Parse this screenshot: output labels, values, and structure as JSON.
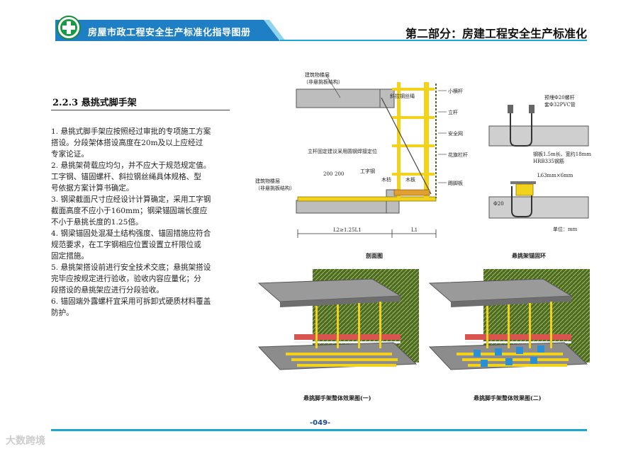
{
  "header": {
    "guide_title": "房屋市政工程安全生产标准化指导图册",
    "part_title": "第二部分：房建工程安全生产标准化"
  },
  "section": {
    "title": "2.2.3 悬挑式脚手架",
    "rules": [
      "1. 悬挑式脚手架应按照经过审批的专项施工方案",
      "   搭设。分段架体搭设高度在20m及以上应经过",
      "   专家论证。",
      "2. 悬挑架荷载应均匀，并不应大于规范规定值。",
      "   工字钢、锚固螺杆、斜拉钢丝绳具体规格、型",
      "   号依据方案计算书确定。",
      "3. 钢梁截面尺寸应经设计计算确定，采用工字钢",
      "   截面高度不应小于160mm；钢梁锚固端长度应",
      "   不小于悬挑长度的1.25倍。",
      "4. 钢梁锚固处混凝土结构强度、锚固措施应符合",
      "   规范要求，在工字钢相应位置设置立杆限位或",
      "   固定措施。",
      "5. 悬挑架搭设前进行安全技术交底；悬挑架搭设",
      "   完毕应按规定进行验收，验收内容应量化；分",
      "   段搭设的悬挑架应进行分段验收。",
      "6. 锚固端外露螺杆宜采用可拆卸式硬质材料覆盖",
      "   防护。"
    ]
  },
  "section_drawing": {
    "caption": "剖面图",
    "labels": {
      "floor_top": "建筑物楼层\n（非悬挑板结构）",
      "floor_bottom": "建筑物楼层\n（非悬挑板结构）",
      "wire_rope": "斜拉钢丝绳",
      "small_rail": "小横杆",
      "standard": "立杆",
      "safety_net": "安全网",
      "railing": "花旗栏杆",
      "note": "立杆固定建议采用圆钢焊接定位",
      "i_beam": "工字钢",
      "plank": "木枋",
      "wood_board": "木板",
      "toe_board": "踢脚板",
      "dim1": "200",
      "dim2": "200",
      "len_left": "L2≥1.25L1",
      "len_right": "L1"
    }
  },
  "anchor_drawing": {
    "caption": "悬挑架锚固环",
    "labels": {
      "bolt": "预埋Φ20螺杆",
      "pipe": "套Φ32PVC管",
      "plate": "钢板1.5m长、宽约18mm",
      "rebar": "HRB335钢筋",
      "plate_size": "L63mm×6mm",
      "diameter": "Φ20",
      "unit": "单位：mm"
    }
  },
  "render_left": {
    "caption": "悬挑脚手架整体效果图(一)"
  },
  "render_right": {
    "caption": "悬挑脚手架整体效果图(二)"
  },
  "footer": {
    "page_number": "-049-",
    "watermark": "大数跨境"
  },
  "colors": {
    "header_blue": "#1e7fc4",
    "accent_cyan": "#1ba6d6",
    "scaffold_yellow": "#f2d21b",
    "net_green": "#4b6b2a",
    "slab_gray": "#8c8c8c"
  }
}
